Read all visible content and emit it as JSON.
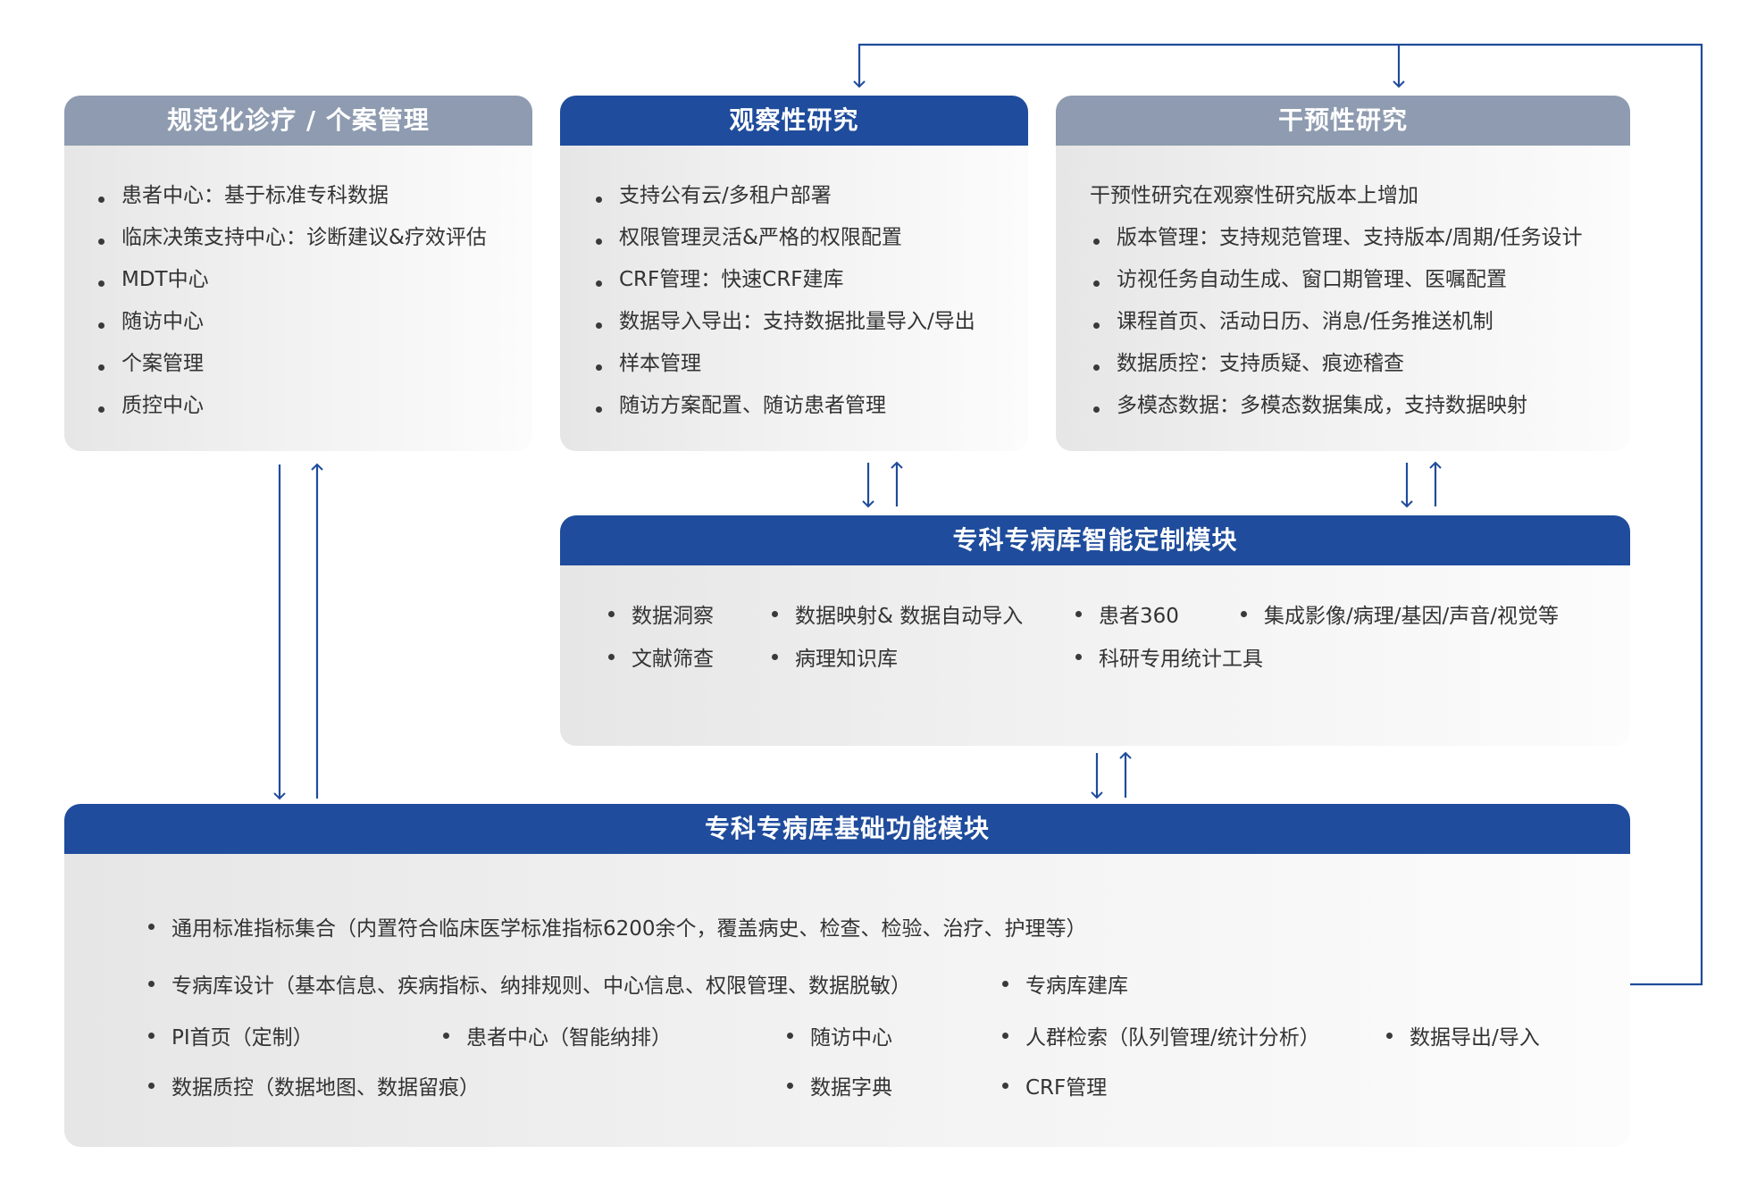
{
  "card_left": {
    "title": "规范化诊疗 / 个案管理",
    "items": [
      "患者中心：基于标准专科数据",
      "临床决策支持中心：诊断建议&疗效评估",
      "MDT中心",
      "随访中心",
      "个案管理",
      "质控中心"
    ]
  },
  "card_obs": {
    "title": "观察性研究",
    "items": [
      "支持公有云/多租户部署",
      "权限管理灵活&严格的权限配置",
      "CRF管理：快速CRF建库",
      "数据导入导出：支持数据批量导入/导出",
      "样本管理",
      "随访方案配置、随访患者管理"
    ]
  },
  "card_int": {
    "title": "干预性研究",
    "intro": "干预性研究在观察性研究版本上增加",
    "items": [
      "版本管理：支持规范管理、支持版本/周期/任务设计",
      "访视任务自动生成、窗口期管理、医嘱配置",
      "课程首页、活动日历、消息/任务推送机制",
      "数据质控：支持质疑、痕迹稽查",
      "多模态数据：多模态数据集成，支持数据映射"
    ]
  },
  "card_custom": {
    "title": "专科专病库智能定制模块",
    "items": [
      "数据洞察",
      "数据映射& 数据自动导入",
      "患者360",
      "集成影像/病理/基因/声音/视觉等",
      "文献筛查",
      "病理知识库",
      "科研专用统计工具"
    ]
  },
  "card_base": {
    "title": "专科专病库基础功能模块",
    "items": [
      "通用标准指标集合（内置符合临床医学标准指标6200余个，覆盖病史、检查、检验、治疗、护理等）",
      "专病库设计（基本信息、疾病指标、纳排规则、中心信息、权限管理、数据脱敏）",
      "专病库建库",
      "PI首页（定制）",
      "患者中心（智能纳排）",
      "随访中心",
      "人群检索（队列管理/统计分析）",
      "数据导出/导入",
      "数据质控（数据地图、数据留痕）",
      "数据字典",
      "CRF管理"
    ]
  },
  "colors": {
    "header_blue": "#1f4c9c",
    "header_gray": "#8e9bb0",
    "arrow": "#1f4c9c"
  }
}
